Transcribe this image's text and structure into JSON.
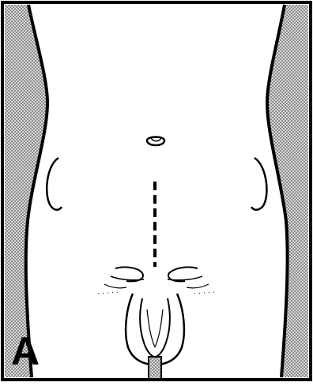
{
  "figure": {
    "panel_label": "A",
    "colors": {
      "ink": "#000000",
      "paper": "#ffffff",
      "stipple": "#9a9a9a"
    },
    "icons": [
      "navel-icon",
      "iliac-crest-marking",
      "groin-crease",
      "scrotum-icon",
      "penis-icon"
    ]
  }
}
